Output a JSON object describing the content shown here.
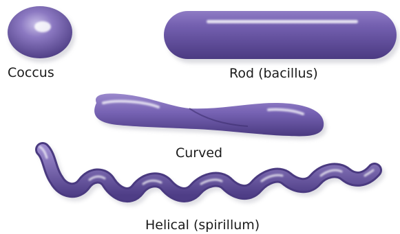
{
  "shapes": {
    "coccus": {
      "label": "Coccus"
    },
    "rod": {
      "label": "Rod (bacillus)"
    },
    "curved": {
      "label": "Curved"
    },
    "helical": {
      "label": "Helical (spirillum)"
    }
  },
  "colors": {
    "body_base": "#6f5aa6",
    "body_dark": "#3e2f70",
    "body_light": "#9c8bd0",
    "highlight": "#ffffff",
    "shadow": "#b9b9c4"
  }
}
